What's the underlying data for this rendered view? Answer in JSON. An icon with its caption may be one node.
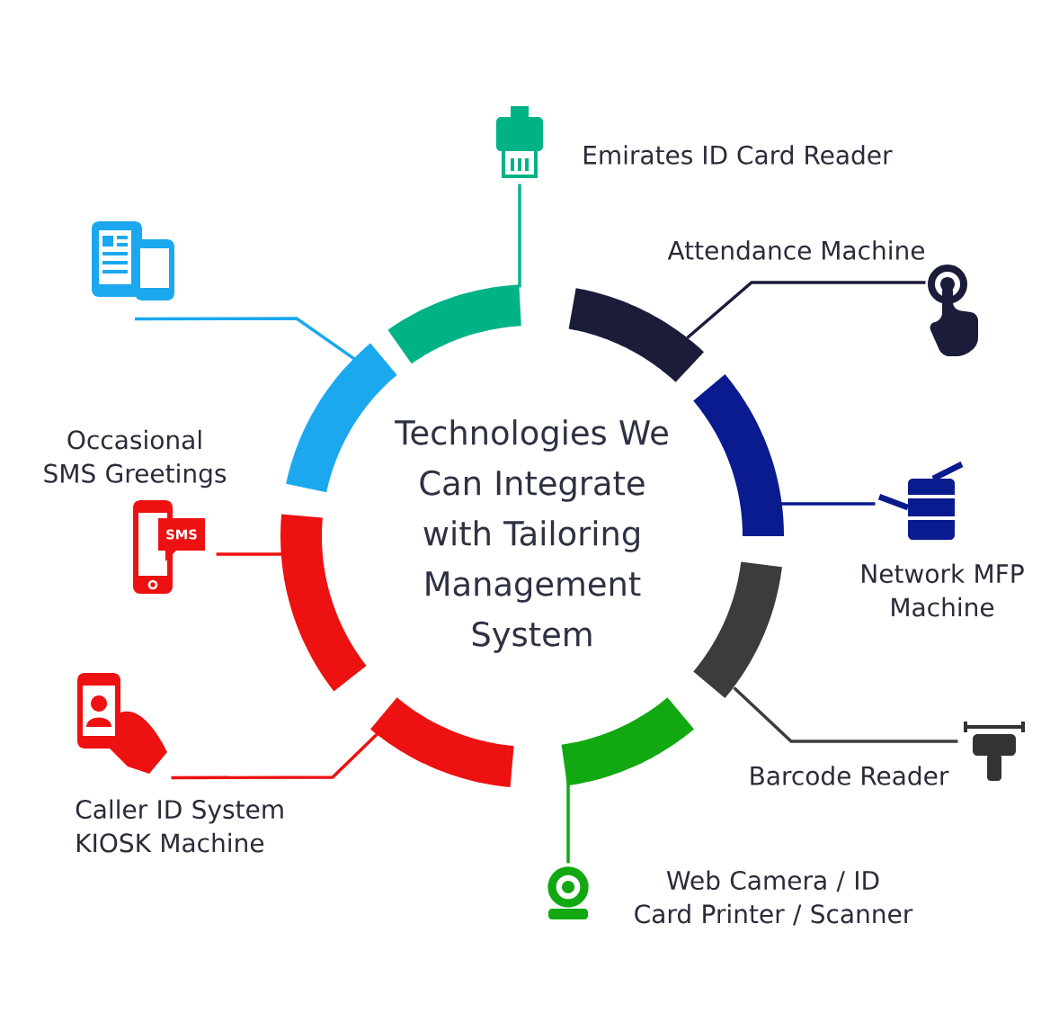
{
  "diagram": {
    "title": "Technologies We Can Integrate with Tailoring Management System",
    "nodes": [
      {
        "text": [],
        "shape": "arc"
      },
      {
        "text": [],
        "shape": "arc"
      },
      {
        "text": [],
        "shape": "arc"
      },
      {
        "text": [],
        "shape": "arc"
      },
      {
        "text": [],
        "shape": "arc"
      },
      {
        "text": [],
        "shape": "arc"
      },
      {
        "text": [],
        "shape": "arc"
      },
      {
        "text": [],
        "shape": "arc"
      },
      {
        "text": [
          "Emirates ID Card Reader"
        ]
      },
      {
        "text": [
          "Attendance Machine"
        ]
      },
      {
        "text": [
          "Network MFP Machine"
        ]
      },
      {
        "text": [
          "Barcode Reader"
        ]
      },
      {
        "text": [
          "Web Camera / ID Card Printer / Scanner"
        ]
      },
      {
        "text": [
          "Caller ID System KIOSK Machine"
        ]
      },
      {
        "text": [
          "Occasional SMS Greetings"
        ]
      },
      {
        "text": [],
        "shape": "picture"
      }
    ],
    "edges": [
      {
        "from": 0,
        "to": 8,
        "arrow": "none",
        "color": "#00b386"
      },
      {
        "from": 1,
        "to": 9,
        "arrow": "none",
        "color": "#1b1c3a"
      },
      {
        "from": 2,
        "to": 10,
        "arrow": "none",
        "color": "#0a1a8f"
      },
      {
        "from": 3,
        "to": 11,
        "arrow": "none",
        "color": "#3c3c3c"
      },
      {
        "from": 4,
        "to": 12,
        "arrow": "none",
        "color": "#12a812"
      },
      {
        "from": 5,
        "to": 13,
        "arrow": "none",
        "color": "#ee1111"
      },
      {
        "from": 6,
        "to": 14,
        "arrow": "none",
        "color": "#ee1111"
      },
      {
        "from": 7,
        "to": 15,
        "arrow": "none",
        "color": "#1ba8ef"
      }
    ],
    "labels": [
      "SMS"
    ]
  }
}
